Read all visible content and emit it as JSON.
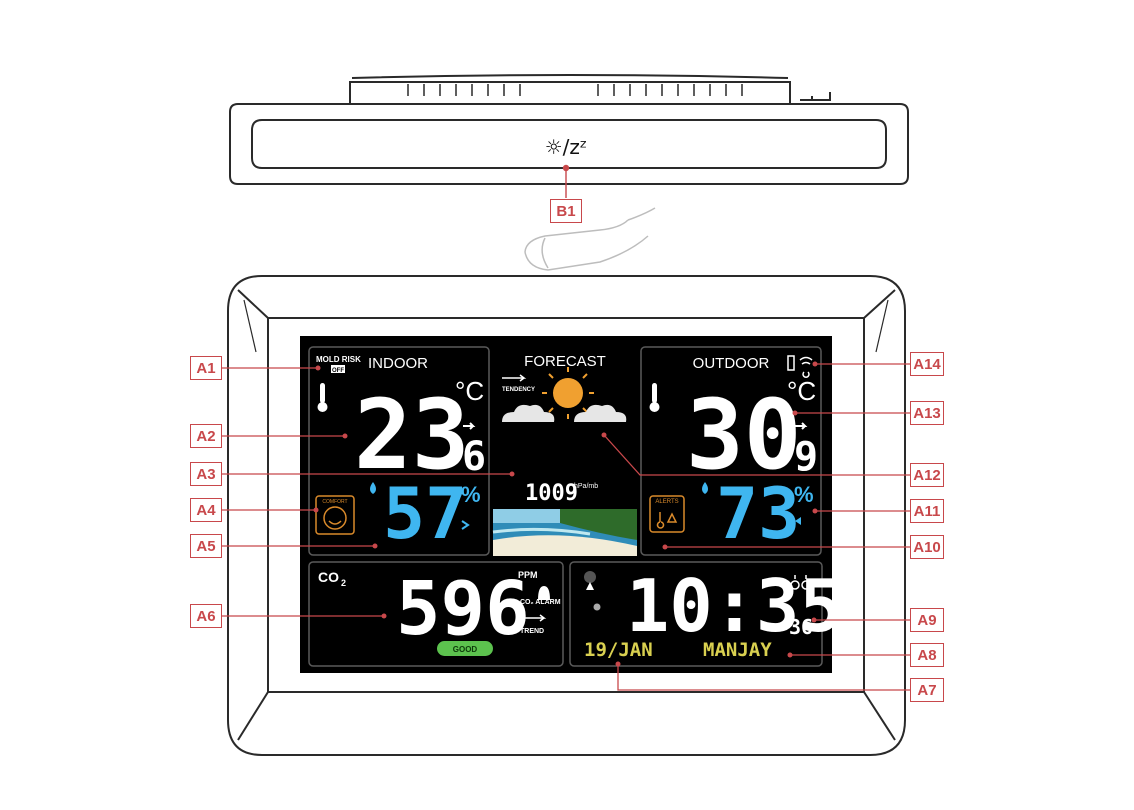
{
  "side_view": {
    "button_label": "☼/zᶻ",
    "callout": "B1"
  },
  "display": {
    "indoor": {
      "title": "INDOOR",
      "mold_risk": "MOLD RISK",
      "mold_badge": "OFF",
      "temperature": "23",
      "temperature_decimal": "6",
      "temp_unit": "°C",
      "humidity": "57",
      "humidity_unit": "%",
      "comfort_label": "COMFORT"
    },
    "forecast": {
      "title": "FORECAST",
      "tendency_label": "TENDENCY",
      "pressure": "1009",
      "pressure_unit": "hPa/mb"
    },
    "outdoor": {
      "title": "OUTDOOR",
      "temperature": "30",
      "temperature_decimal": "9",
      "temp_unit": "°C",
      "humidity": "73",
      "humidity_unit": "%",
      "alerts_label": "ALERTS"
    },
    "co2": {
      "title": "CO",
      "title_sub": "2",
      "value": "596",
      "unit": "PPM",
      "alarm_label": "CO₂ ALARM",
      "trend_label": "TREND",
      "status": "GOOD"
    },
    "clock": {
      "time": "10:35",
      "seconds": "36",
      "date": "19/JAN",
      "weekday": "MANJAY"
    }
  },
  "callouts_left": [
    "A1",
    "A2",
    "A3",
    "A4",
    "A5",
    "A6"
  ],
  "callouts_right": [
    "A14",
    "A13",
    "A12",
    "A11",
    "A10",
    "A9",
    "A8",
    "A7"
  ],
  "colors": {
    "callout": "#c8484b",
    "humidity_blue": "#3fb6f0",
    "date_yellow": "#d9d050",
    "good_green": "#5cc24e",
    "comfort_orange": "#d98a2b"
  }
}
